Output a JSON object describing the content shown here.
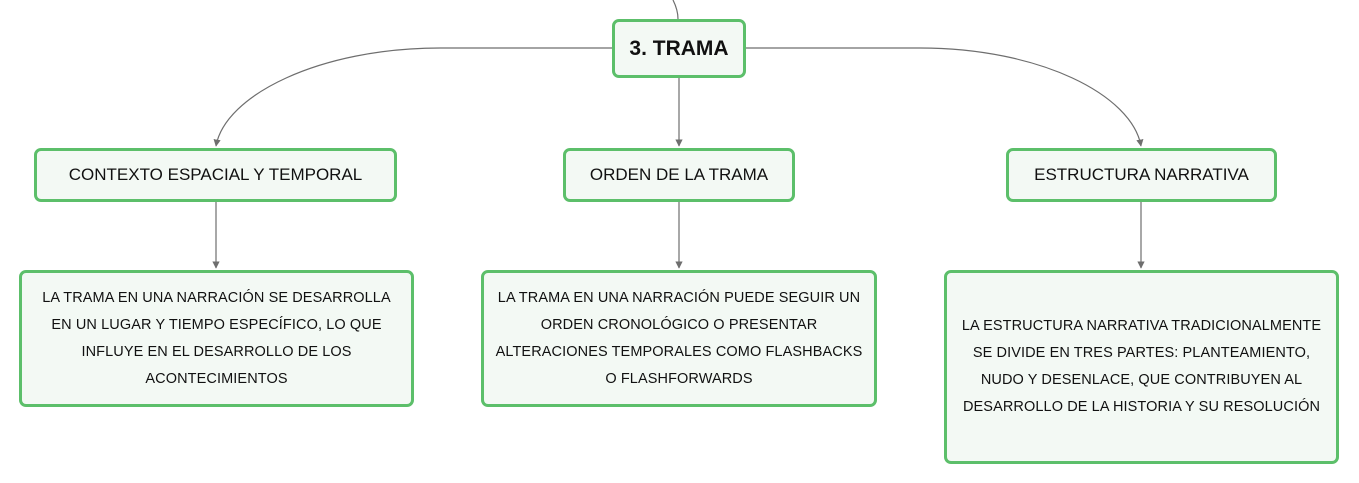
{
  "colors": {
    "border": "#5cbf6a",
    "fill": "#f3f9f4",
    "connector": "#6e6e6e"
  },
  "root": {
    "label": "3. TRAMA"
  },
  "branches": [
    {
      "label": "CONTEXTO ESPACIAL Y TEMPORAL",
      "detail": "LA TRAMA EN UNA NARRACIÓN SE DESARROLLA EN UN LUGAR Y TIEMPO ESPECÍFICO, LO QUE INFLUYE EN EL DESARROLLO DE LOS ACONTECIMIENTOS"
    },
    {
      "label": "ORDEN DE LA TRAMA",
      "detail": "LA TRAMA EN UNA NARRACIÓN PUEDE SEGUIR UN ORDEN CRONOLÓGICO O PRESENTAR ALTERACIONES TEMPORALES COMO FLASHBACKS O FLASHFORWARDS"
    },
    {
      "label": "ESTRUCTURA NARRATIVA",
      "detail": "LA ESTRUCTURA NARRATIVA TRADICIONALMENTE SE DIVIDE EN TRES PARTES: PLANTEAMIENTO, NUDO Y DESENLACE, QUE CONTRIBUYEN AL DESARROLLO DE LA HISTORIA Y SU RESOLUCIÓN"
    }
  ]
}
